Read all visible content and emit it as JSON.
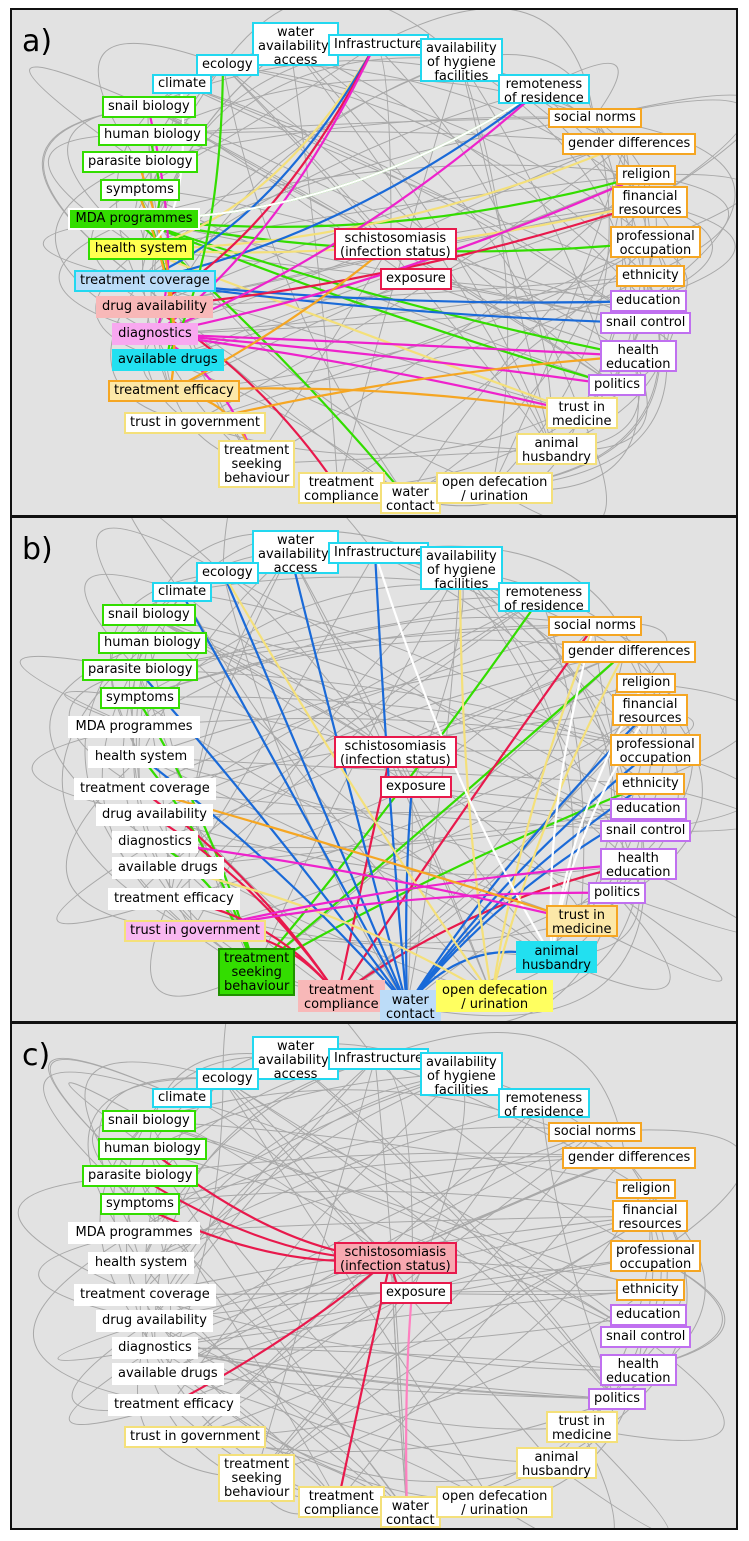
{
  "colors": {
    "green": "#33dd00",
    "cyan": "#22d8f0",
    "orange": "#f5a623",
    "purple": "#c070f0",
    "yellow": "#f4e07a",
    "white": "#ffffff",
    "red": "#e8194c",
    "pink": "#ff80c0",
    "blue": "#1a6ad8",
    "magenta": "#ee22cc",
    "grey": "#a8a8a8"
  },
  "panels": [
    {
      "label": "a)",
      "highlight_color": "mixed"
    },
    {
      "label": "b)",
      "highlight_color": "mixed"
    },
    {
      "label": "c)",
      "highlight_color": "red"
    }
  ],
  "nodes": [
    {
      "id": "water_access",
      "label": "water\navailability/\naccess",
      "group": "cyan"
    },
    {
      "id": "infrastructure",
      "label": "Infrastructure",
      "group": "cyan"
    },
    {
      "id": "hygiene",
      "label": "availability\nof hygiene\nfacilities",
      "group": "cyan"
    },
    {
      "id": "ecology",
      "label": "ecology",
      "group": "cyan"
    },
    {
      "id": "climate",
      "label": "climate",
      "group": "cyan"
    },
    {
      "id": "remoteness",
      "label": "remoteness\nof residence",
      "group": "cyan"
    },
    {
      "id": "snail_bio",
      "label": "snail biology",
      "group": "green"
    },
    {
      "id": "human_bio",
      "label": "human biology",
      "group": "green"
    },
    {
      "id": "parasite_bio",
      "label": "parasite biology",
      "group": "green"
    },
    {
      "id": "symptoms",
      "label": "symptoms",
      "group": "green"
    },
    {
      "id": "mda",
      "label": "MDA programmes",
      "group": "white"
    },
    {
      "id": "health_system",
      "label": "health system",
      "group": "white"
    },
    {
      "id": "treat_cov",
      "label": "treatment coverage",
      "group": "white"
    },
    {
      "id": "drug_avail",
      "label": "drug availability",
      "group": "white"
    },
    {
      "id": "diagnostics",
      "label": "diagnostics",
      "group": "white"
    },
    {
      "id": "avail_drugs",
      "label": "available drugs",
      "group": "white"
    },
    {
      "id": "treat_eff",
      "label": "treatment efficacy",
      "group": "white"
    },
    {
      "id": "trust_gov",
      "label": "trust in government",
      "group": "yellow"
    },
    {
      "id": "treat_seek",
      "label": "treatment\nseeking\nbehaviour",
      "group": "yellow"
    },
    {
      "id": "treat_comp",
      "label": "treatment\ncompliance",
      "group": "yellow"
    },
    {
      "id": "water_contact",
      "label": "water\ncontact",
      "group": "yellow"
    },
    {
      "id": "open_def",
      "label": "open defecation\n/ urination",
      "group": "yellow"
    },
    {
      "id": "animal",
      "label": "animal\nhusbandry",
      "group": "yellow"
    },
    {
      "id": "trust_med",
      "label": "trust in\nmedicine",
      "group": "yellow"
    },
    {
      "id": "politics",
      "label": "politics",
      "group": "purple"
    },
    {
      "id": "health_edu",
      "label": "health\neducation",
      "group": "purple"
    },
    {
      "id": "snail_ctrl",
      "label": "snail control",
      "group": "purple"
    },
    {
      "id": "education",
      "label": "education",
      "group": "purple"
    },
    {
      "id": "ethnicity",
      "label": "ethnicity",
      "group": "orange"
    },
    {
      "id": "prof_occ",
      "label": "professional\noccupation",
      "group": "orange"
    },
    {
      "id": "financial",
      "label": "financial\nresources",
      "group": "orange"
    },
    {
      "id": "religion",
      "label": "religion",
      "group": "orange"
    },
    {
      "id": "gender",
      "label": "gender differences",
      "group": "orange"
    },
    {
      "id": "social",
      "label": "social norms",
      "group": "orange"
    },
    {
      "id": "schisto",
      "label": "schistosomiasis\n(infection status)",
      "group": "red"
    },
    {
      "id": "exposure",
      "label": "exposure",
      "group": "red"
    }
  ],
  "panel_overrides": {
    "a": {
      "mda": {
        "fill": "#33dd00"
      },
      "health_system": {
        "fill": "#ffff50",
        "border": "#33dd00"
      },
      "treat_cov": {
        "fill": "#bcdcf8",
        "border": "#22d8f0"
      },
      "drug_avail": {
        "fill": "#f8b8b8",
        "border": "#f8b8b8"
      },
      "diagnostics": {
        "fill": "#f8a8f0",
        "border": "#f8a8f0"
      },
      "avail_drugs": {
        "fill": "#22e0f0",
        "border": "#22e0f0"
      },
      "treat_eff": {
        "fill": "#fce8a8",
        "border": "#f5a623"
      },
      "trust_gov": {
        "border": "#f4e07a"
      },
      "schisto": {
        "border": "#e8194c"
      },
      "exposure": {
        "border": "#e8194c"
      }
    },
    "b": {
      "mda": {
        "border": "#ffffff"
      },
      "health_system": {
        "border": "#ffffff"
      },
      "treat_cov": {
        "border": "#ffffff"
      },
      "drug_avail": {
        "border": "#ffffff"
      },
      "diagnostics": {
        "border": "#ffffff"
      },
      "avail_drugs": {
        "border": "#ffffff"
      },
      "treat_eff": {
        "border": "#ffffff"
      },
      "trust_gov": {
        "fill": "#f8b8f0",
        "border": "#f4e07a"
      },
      "treat_seek": {
        "fill": "#33dd00",
        "border": "#209000"
      },
      "treat_comp": {
        "fill": "#f8b8b8",
        "border": "#f8b8b8"
      },
      "water_contact": {
        "fill": "#bcdcf8",
        "border": "#bcdcf8"
      },
      "open_def": {
        "fill": "#ffff60",
        "border": "#ffff60"
      },
      "animal": {
        "fill": "#22e0f0",
        "border": "#22e0f0"
      },
      "trust_med": {
        "fill": "#fce8a8",
        "border": "#f5a623"
      },
      "schisto": {
        "border": "#e8194c"
      },
      "exposure": {
        "border": "#e8194c"
      }
    },
    "c": {
      "mda": {
        "border": "#ffffff"
      },
      "health_system": {
        "border": "#ffffff"
      },
      "treat_cov": {
        "border": "#ffffff"
      },
      "drug_avail": {
        "border": "#ffffff"
      },
      "diagnostics": {
        "border": "#ffffff"
      },
      "avail_drugs": {
        "border": "#ffffff"
      },
      "treat_eff": {
        "border": "#ffffff"
      },
      "schisto": {
        "fill": "#f8a8b0",
        "border": "#e8194c"
      },
      "exposure": {
        "border": "#e8194c"
      }
    }
  },
  "highlight_edges": {
    "a": [
      [
        "mda",
        "remoteness",
        "green"
      ],
      [
        "mda",
        "religion",
        "green"
      ],
      [
        "mda",
        "prof_occ",
        "green"
      ],
      [
        "mda",
        "health_edu",
        "green"
      ],
      [
        "mda",
        "politics",
        "green"
      ],
      [
        "mda",
        "water_contact",
        "green"
      ],
      [
        "mda",
        "human_bio",
        "green"
      ],
      [
        "health_system",
        "infrastructure",
        "yellow"
      ],
      [
        "health_system",
        "gender",
        "yellow"
      ],
      [
        "health_system",
        "trust_med",
        "yellow"
      ],
      [
        "health_system",
        "financial",
        "yellow"
      ],
      [
        "treat_cov",
        "infrastructure",
        "blue"
      ],
      [
        "treat_cov",
        "remoteness",
        "blue"
      ],
      [
        "treat_cov",
        "education",
        "blue"
      ],
      [
        "treat_cov",
        "snail_ctrl",
        "blue"
      ],
      [
        "drug_avail",
        "infrastructure",
        "red"
      ],
      [
        "drug_avail",
        "financial",
        "red"
      ],
      [
        "drug_avail",
        "treat_comp",
        "red"
      ],
      [
        "diagnostics",
        "infrastructure",
        "magenta"
      ],
      [
        "diagnostics",
        "politics",
        "magenta"
      ],
      [
        "diagnostics",
        "trust_med",
        "magenta"
      ],
      [
        "diagnostics",
        "religion",
        "magenta"
      ],
      [
        "diagnostics",
        "treat_seek",
        "magenta"
      ],
      [
        "diagnostics",
        "remoteness",
        "magenta"
      ],
      [
        "diagnostics",
        "health_edu",
        "magenta"
      ],
      [
        "diagnostics",
        "snail_bio",
        "magenta"
      ],
      [
        "avail_drugs",
        "symptoms",
        "green"
      ],
      [
        "avail_drugs",
        "ecology",
        "green"
      ],
      [
        "treat_eff",
        "trust_med",
        "orange"
      ],
      [
        "treat_eff",
        "treat_seek",
        "orange"
      ],
      [
        "treat_eff",
        "parasite_bio",
        "orange"
      ],
      [
        "treat_eff",
        "symptoms",
        "orange"
      ],
      [
        "treat_eff",
        "schisto",
        "orange"
      ],
      [
        "trust_gov",
        "health_edu",
        "orange"
      ],
      [
        "climate",
        "health_system",
        "white"
      ],
      [
        "remoteness",
        "mda",
        "white"
      ]
    ],
    "b": [
      [
        "treat_seek",
        "symptoms",
        "green"
      ],
      [
        "treat_seek",
        "health_system",
        "green"
      ],
      [
        "treat_seek",
        "diagnostics",
        "green"
      ],
      [
        "treat_seek",
        "remoteness",
        "green"
      ],
      [
        "treat_seek",
        "ethnicity",
        "green"
      ],
      [
        "treat_seek",
        "gender",
        "green"
      ],
      [
        "treat_comp",
        "schisto",
        "red"
      ],
      [
        "treat_comp",
        "treat_cov",
        "red"
      ],
      [
        "treat_comp",
        "treat_eff",
        "red"
      ],
      [
        "treat_comp",
        "trust_gov",
        "red"
      ],
      [
        "treat_comp",
        "social",
        "red"
      ],
      [
        "treat_comp",
        "health_edu",
        "red"
      ],
      [
        "treat_comp",
        "drug_avail",
        "red"
      ],
      [
        "water_contact",
        "ecology",
        "blue"
      ],
      [
        "water_contact",
        "infrastructure",
        "blue"
      ],
      [
        "water_contact",
        "climate",
        "blue"
      ],
      [
        "water_contact",
        "water_access",
        "blue"
      ],
      [
        "water_contact",
        "parasite_bio",
        "blue"
      ],
      [
        "water_contact",
        "prof_occ",
        "blue"
      ],
      [
        "water_contact",
        "financial",
        "blue"
      ],
      [
        "water_contact",
        "ethnicity",
        "blue"
      ],
      [
        "water_contact",
        "education",
        "blue"
      ],
      [
        "water_contact",
        "exposure",
        "blue"
      ],
      [
        "water_contact",
        "animal",
        "blue"
      ],
      [
        "water_contact",
        "health_system",
        "blue"
      ],
      [
        "open_def",
        "hygiene",
        "yellow"
      ],
      [
        "open_def",
        "social",
        "yellow"
      ],
      [
        "open_def",
        "gender",
        "yellow"
      ],
      [
        "open_def",
        "avail_drugs",
        "yellow"
      ],
      [
        "open_def",
        "ecology",
        "yellow"
      ],
      [
        "animal",
        "religion",
        "white"
      ],
      [
        "animal",
        "social",
        "white"
      ],
      [
        "animal",
        "financial",
        "white"
      ],
      [
        "animal",
        "infrastructure",
        "white"
      ],
      [
        "trust_gov",
        "politics",
        "magenta"
      ],
      [
        "trust_gov",
        "health_edu",
        "magenta"
      ],
      [
        "trust_med",
        "diagnostics",
        "magenta"
      ],
      [
        "trust_med",
        "treat_cov",
        "orange"
      ]
    ],
    "c": [
      [
        "schisto",
        "human_bio",
        "red"
      ],
      [
        "schisto",
        "parasite_bio",
        "red"
      ],
      [
        "schisto",
        "symptoms",
        "red"
      ],
      [
        "schisto",
        "treat_eff",
        "red"
      ],
      [
        "schisto",
        "treat_comp",
        "red"
      ],
      [
        "schisto",
        "exposure",
        "red"
      ],
      [
        "exposure",
        "water_contact",
        "pink"
      ]
    ]
  }
}
